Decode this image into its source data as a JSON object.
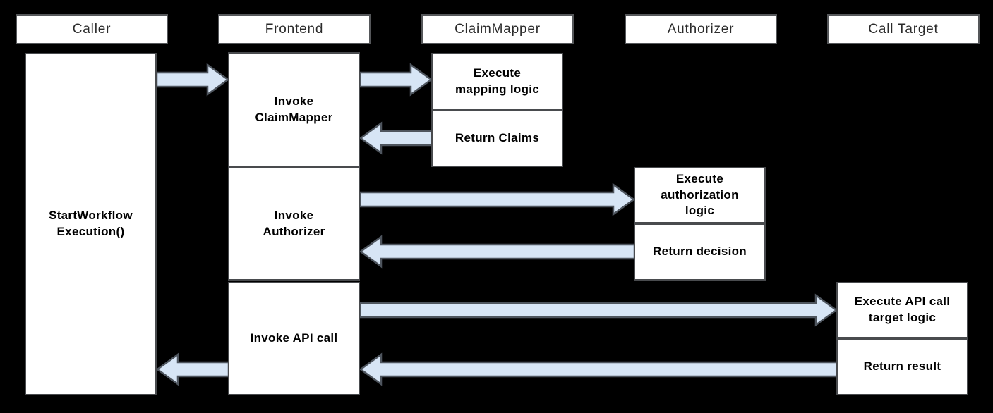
{
  "diagram": {
    "type": "sequence",
    "background": "#000000",
    "palette": {
      "box_fill": "#ffffff",
      "box_border": "#4d4f53",
      "header_border": "#55575a",
      "arrow_fill": "#d7e5f5",
      "arrow_border": "#4e555e",
      "header_text": "#2b2b2b",
      "step_text": "#000000"
    },
    "lifelines": [
      {
        "id": "caller",
        "header": "Caller",
        "steps": [
          "StartWorkflow\nExecution()"
        ]
      },
      {
        "id": "frontend",
        "header": "Frontend",
        "steps": [
          "Invoke\nClaimMapper",
          "Invoke\nAuthorizer",
          "Invoke API call"
        ]
      },
      {
        "id": "claim_mapper",
        "header": "ClaimMapper",
        "steps": [
          "Execute\nmapping logic",
          "Return Claims"
        ]
      },
      {
        "id": "authorizer",
        "header": "Authorizer",
        "steps": [
          "Execute\nauthorization\nlogic",
          "Return decision"
        ]
      },
      {
        "id": "call_target",
        "header": "Call Target",
        "steps": [
          "Execute API call\ntarget logic",
          "Return result"
        ]
      }
    ],
    "arrows": [
      {
        "from": "Caller",
        "to": "Frontend",
        "direction": "right"
      },
      {
        "from": "Frontend",
        "to": "ClaimMapper",
        "direction": "right"
      },
      {
        "from": "ClaimMapper",
        "to": "Frontend",
        "direction": "left"
      },
      {
        "from": "Frontend",
        "to": "Authorizer",
        "direction": "right"
      },
      {
        "from": "Authorizer",
        "to": "Frontend",
        "direction": "left"
      },
      {
        "from": "Frontend",
        "to": "Call Target",
        "direction": "right"
      },
      {
        "from": "Call Target",
        "to": "Frontend",
        "direction": "left"
      },
      {
        "from": "Frontend",
        "to": "Caller",
        "direction": "left"
      }
    ]
  }
}
